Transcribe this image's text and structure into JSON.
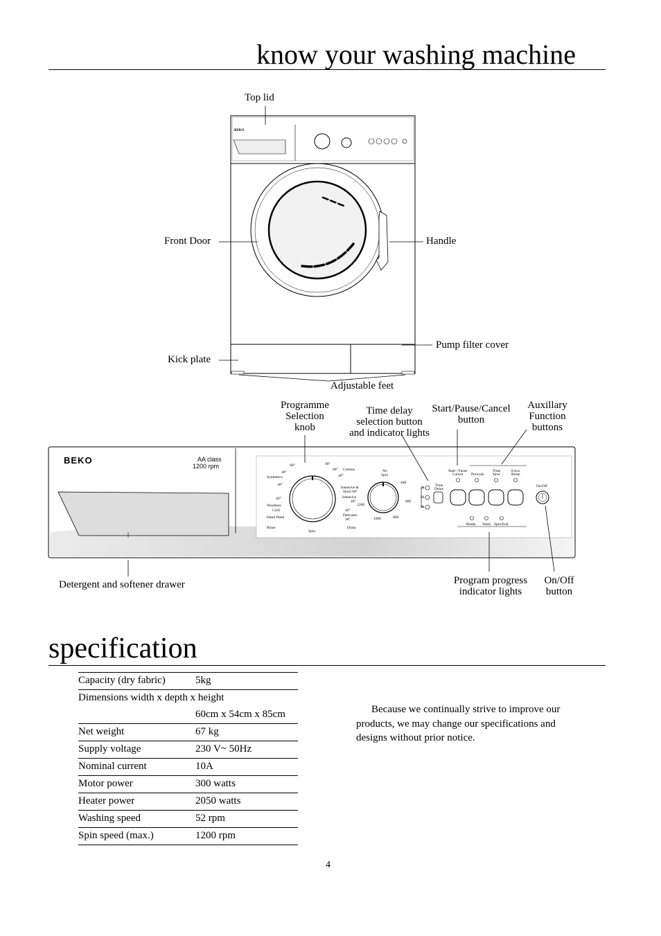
{
  "header": {
    "title": "know your washing machine"
  },
  "machine_labels": {
    "top_lid": "Top lid",
    "front_door": "Front Door",
    "handle": "Handle",
    "pump_filter_cover": "Pump filter cover",
    "kick_plate": "Kick plate",
    "adjustable_feet": "Adjustable feet"
  },
  "panel_labels": {
    "programme_knob": [
      "Programme",
      "Selection",
      "knob"
    ],
    "time_delay": [
      "Time delay",
      "selection button",
      "and indicator lights"
    ],
    "start_pause": [
      "Start/Pause/Cancel",
      "button"
    ],
    "auxiliary": [
      "Auxillary",
      "Function",
      "buttons"
    ],
    "detergent_drawer": "Detergent and softener drawer",
    "progress_lights": [
      "Program progress",
      "indicator lights"
    ],
    "on_off": [
      "On/Off",
      "button"
    ]
  },
  "panel": {
    "brand": "BEKO",
    "class_line1": "AA class",
    "class_line2": "1200 rpm",
    "prog": {
      "t60a": "60°",
      "t40a": "40°",
      "synthetics": "Synthetics",
      "t30a": "30°",
      "t90": "90°",
      "t60b": "60°",
      "cottons": "Cottons",
      "t40b": "40°",
      "t40c": "40°",
      "woollens": "Woollens",
      "cold": "Cold",
      "hand_wash": "Hand Wash",
      "intensive1": "Intensive &",
      "intensive2": "Short 60°",
      "intensive3": "Intensive",
      "t40d": "40°",
      "t40e": "40°",
      "delicates": "Delicates",
      "t30b": "30°",
      "rinse": "Rinse",
      "spin": "Spin",
      "drain": "Drain"
    },
    "spin_dial": {
      "no": "No",
      "spin": "Spin",
      "s400": "400",
      "s600": "600",
      "s800": "800",
      "s1000": "1000",
      "s1200": "1200"
    },
    "delay": {
      "h3": "3h",
      "h6": "6h",
      "h9": "9h",
      "label1": "Time",
      "label2": "Delay"
    },
    "buttons": {
      "start1": "Start / Pause",
      "start2": "Cancel",
      "prewash": "Prewash",
      "timesave1": "Time",
      "timesave2": "Save",
      "extra1": "Extra",
      "extra2": "Rinse",
      "onoff": "On/Off"
    },
    "progress": {
      "ready": "Ready",
      "wash": "Wash",
      "spin_end": "Spin/End"
    }
  },
  "spec_title": "specification",
  "specs": [
    {
      "key": "Capacity (dry fabric)",
      "value": "5kg"
    },
    {
      "key": "Dimensions width x depth x height",
      "value": ""
    },
    {
      "key": "",
      "value": "60cm x 54cm x 85cm"
    },
    {
      "key": "Net weight",
      "value": "67 kg"
    },
    {
      "key": "Supply voltage",
      "value": "230 V~ 50Hz"
    },
    {
      "key": "Nominal current",
      "value": "10A"
    },
    {
      "key": "Motor power",
      "value": "300 watts"
    },
    {
      "key": "Heater power",
      "value": "2050 watts"
    },
    {
      "key": "Washing speed",
      "value": "52 rpm"
    },
    {
      "key": "Spin speed (max.)",
      "value": "1200 rpm"
    }
  ],
  "note": "Because we continually strive to improve our products, we may change our specifications and designs without prior notice.",
  "page_number": "4"
}
